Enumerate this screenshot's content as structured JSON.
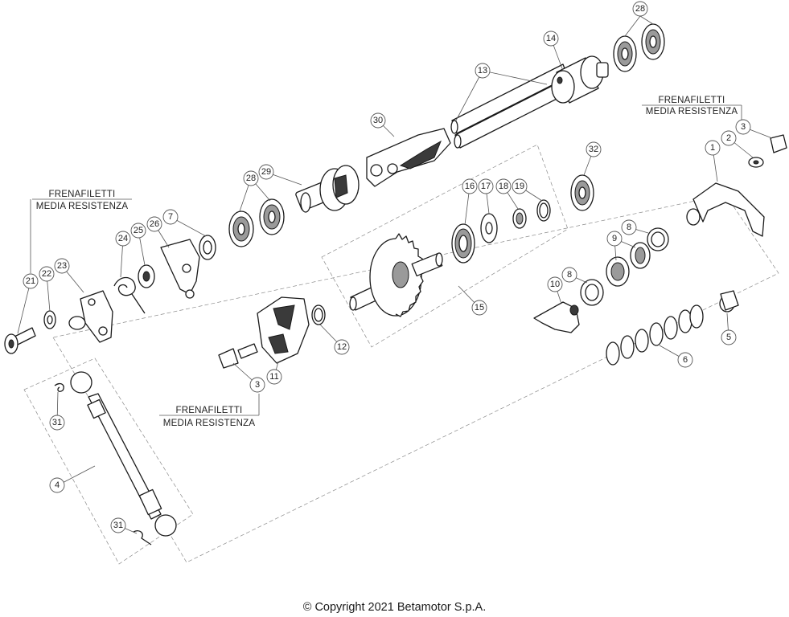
{
  "notes": [
    {
      "line1": "FRENAFILETTI",
      "line2": "MEDIA RESISTENZA"
    },
    {
      "line1": "FRENAFILETTI",
      "line2": "MEDIA RESISTENZA"
    },
    {
      "line1": "FRENAFILETTI",
      "line2": "MEDIA RESISTENZA"
    }
  ],
  "callouts": [
    "1",
    "2",
    "3",
    "3",
    "4",
    "5",
    "6",
    "7",
    "8",
    "8",
    "9",
    "10",
    "11",
    "12",
    "13",
    "14",
    "15",
    "16",
    "17",
    "18",
    "19",
    "21",
    "22",
    "23",
    "24",
    "25",
    "26",
    "28",
    "28",
    "29",
    "30",
    "31",
    "31",
    "32"
  ],
  "copyright": "© Copyright 2021 Betamotor S.p.A."
}
